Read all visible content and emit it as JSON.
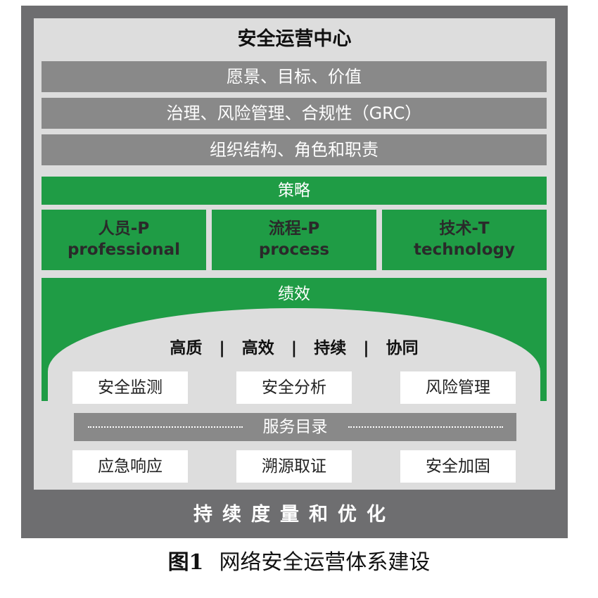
{
  "title": "安全运营中心",
  "layers": [
    "愿景、目标、价值",
    "治理、风险管理、合规性（GRC）",
    "组织结构、角色和职责"
  ],
  "strategy": "策略",
  "ppt": [
    {
      "cn": "人员-P",
      "en": "professional"
    },
    {
      "cn": "流程-P",
      "en": "process"
    },
    {
      "cn": "技术-T",
      "en": "technology"
    }
  ],
  "performance": "绩效",
  "metrics": [
    "高质",
    "|",
    "高效",
    "|",
    "持续",
    "|",
    "协同"
  ],
  "services_top": [
    "安全监测",
    "安全分析",
    "风险管理"
  ],
  "service_catalog": "服务目录",
  "services_bottom": [
    "应急响应",
    "溯源取证",
    "安全加固"
  ],
  "bottom_band": "持续度量和优化",
  "caption": {
    "num": "图1",
    "text": "网络安全运营体系建设"
  }
}
